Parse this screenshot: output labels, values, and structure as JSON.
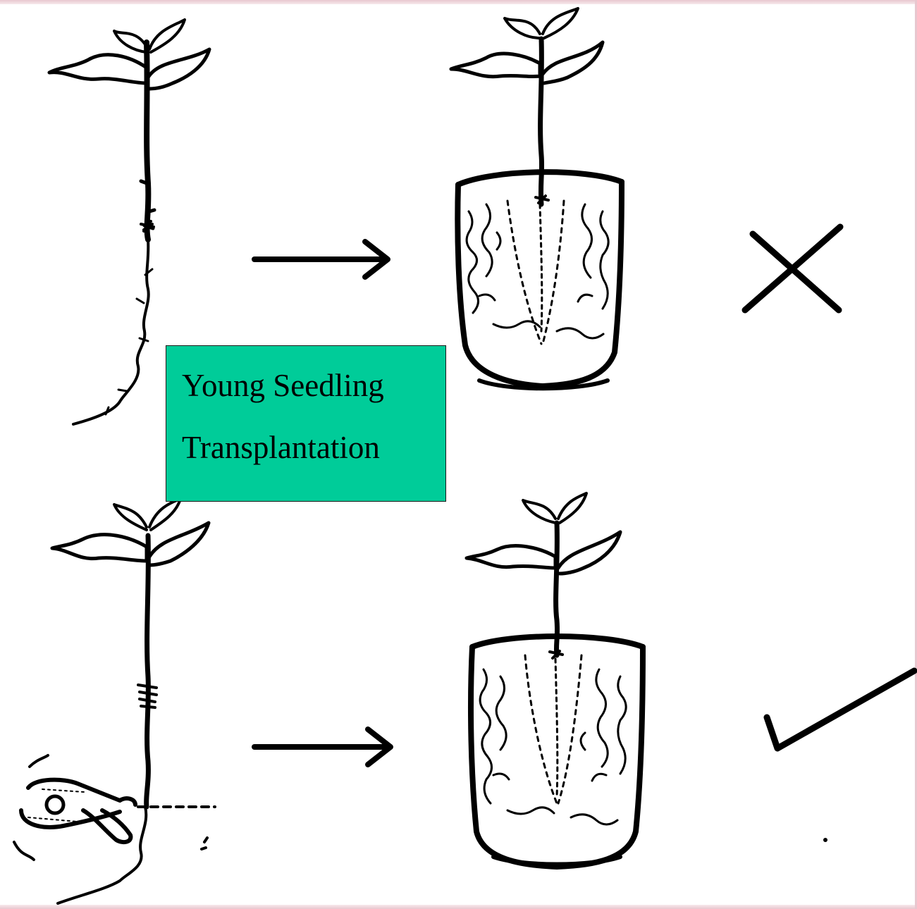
{
  "label": {
    "line1": "Young Seedling",
    "line2": "Transplantation"
  },
  "rows": [
    {
      "method": "untrimmed taproot planted in pot",
      "verdict": "wrong",
      "verdict_icon": "cross-icon"
    },
    {
      "method": "taproot trimmed with pruning shears, then planted in pot",
      "verdict": "correct",
      "verdict_icon": "check-icon"
    }
  ],
  "colors": {
    "label_fill": "#00cc99",
    "ink": "#000000",
    "frame": "#e8c7cf"
  }
}
